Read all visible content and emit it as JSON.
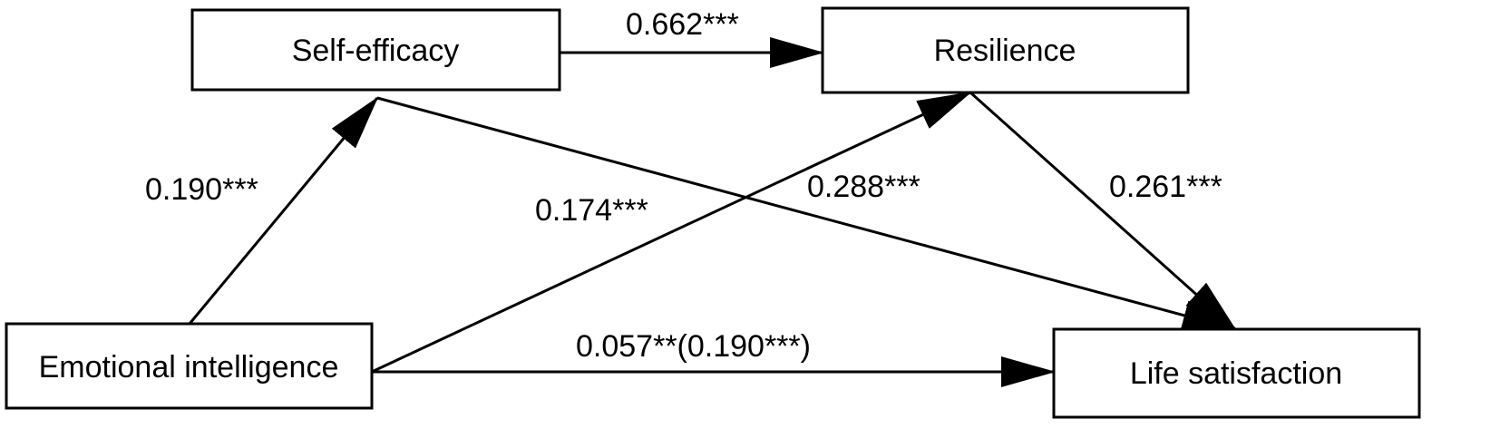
{
  "nodes": {
    "self_efficacy": "Self-efficacy",
    "resilience": "Resilience",
    "emotional_intelligence": "Emotional intelligence",
    "life_satisfaction": "Life satisfaction"
  },
  "paths": {
    "ei_to_se": "0.190***",
    "se_to_res": "0.662***",
    "ei_to_res": "0.174***",
    "se_to_ls": "0.288***",
    "res_to_ls": "0.261***",
    "ei_to_ls": "0.057**(0.190***)"
  },
  "colors": {
    "stroke": "#000000",
    "background": "#ffffff"
  }
}
